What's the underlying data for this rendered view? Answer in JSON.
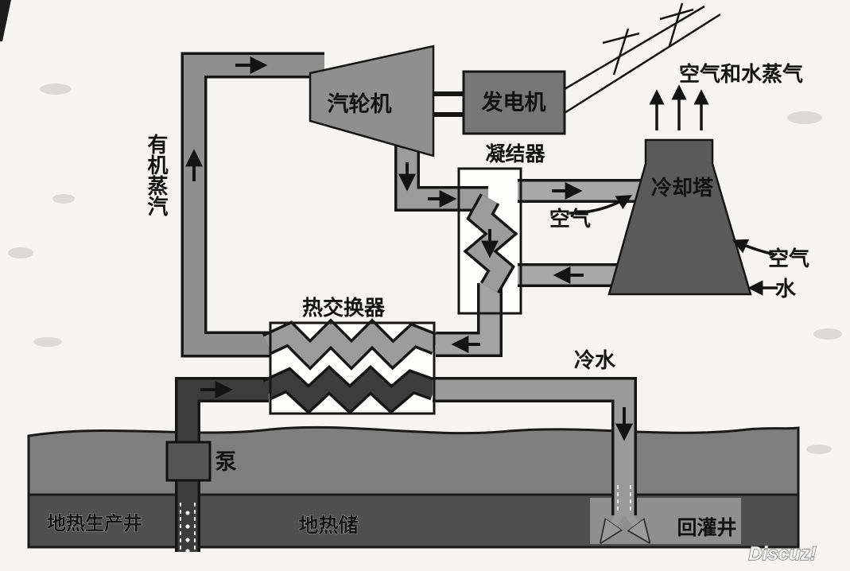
{
  "labels": {
    "turbine": "汽轮机",
    "generator": "发电机",
    "condenser": "凝结器",
    "cooling_tower": "冷却塔",
    "air_vapor": "空气和水蒸气",
    "air_left": "空气",
    "air_right": "空气",
    "water": "水",
    "heat_exchanger": "热交换器",
    "organic_vapor": "有机蒸汽",
    "cold_water": "冷水",
    "pump": "泵",
    "production_well": "地热生产井",
    "reservoir": "地热储",
    "injection_well": "回灌井",
    "watermark": "Discuz!"
  },
  "colors": {
    "turbine": "#8f8f8f",
    "generator": "#767676",
    "cooling_tower": "#5a5a5a",
    "ground_upper": "#7e7e7e",
    "ground_reservoir": "#4f4f4f",
    "injection_patch": "#8f8f8f",
    "pump": "#555555",
    "hot_pipe": "#3c3c3c",
    "warm_pipe": "#9c9c9c",
    "cool_pipe": "#a8a8a8",
    "outline": "#161616"
  }
}
